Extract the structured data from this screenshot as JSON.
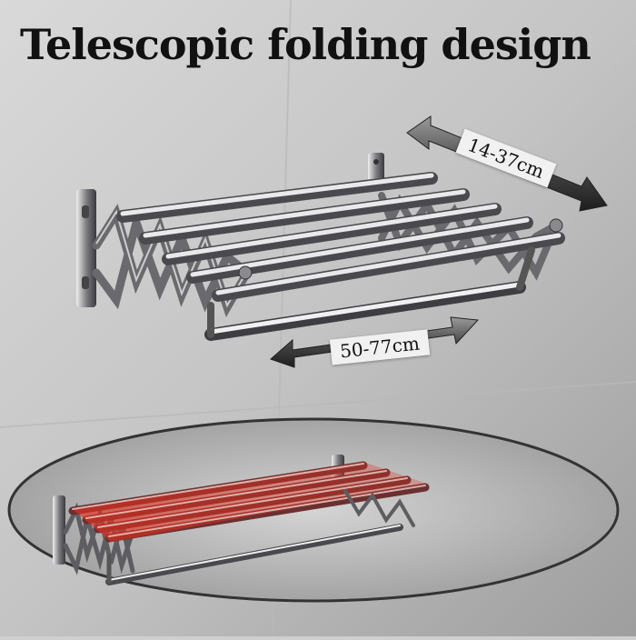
{
  "headline": "Telescopic folding design",
  "measurements": {
    "depth_range": "14-37cm",
    "width_range": "50-77cm"
  },
  "product": {
    "type": "wall-mounted telescopic folding towel rack",
    "material_color": "#c8c8cc",
    "highlight_color": "#e03020"
  }
}
